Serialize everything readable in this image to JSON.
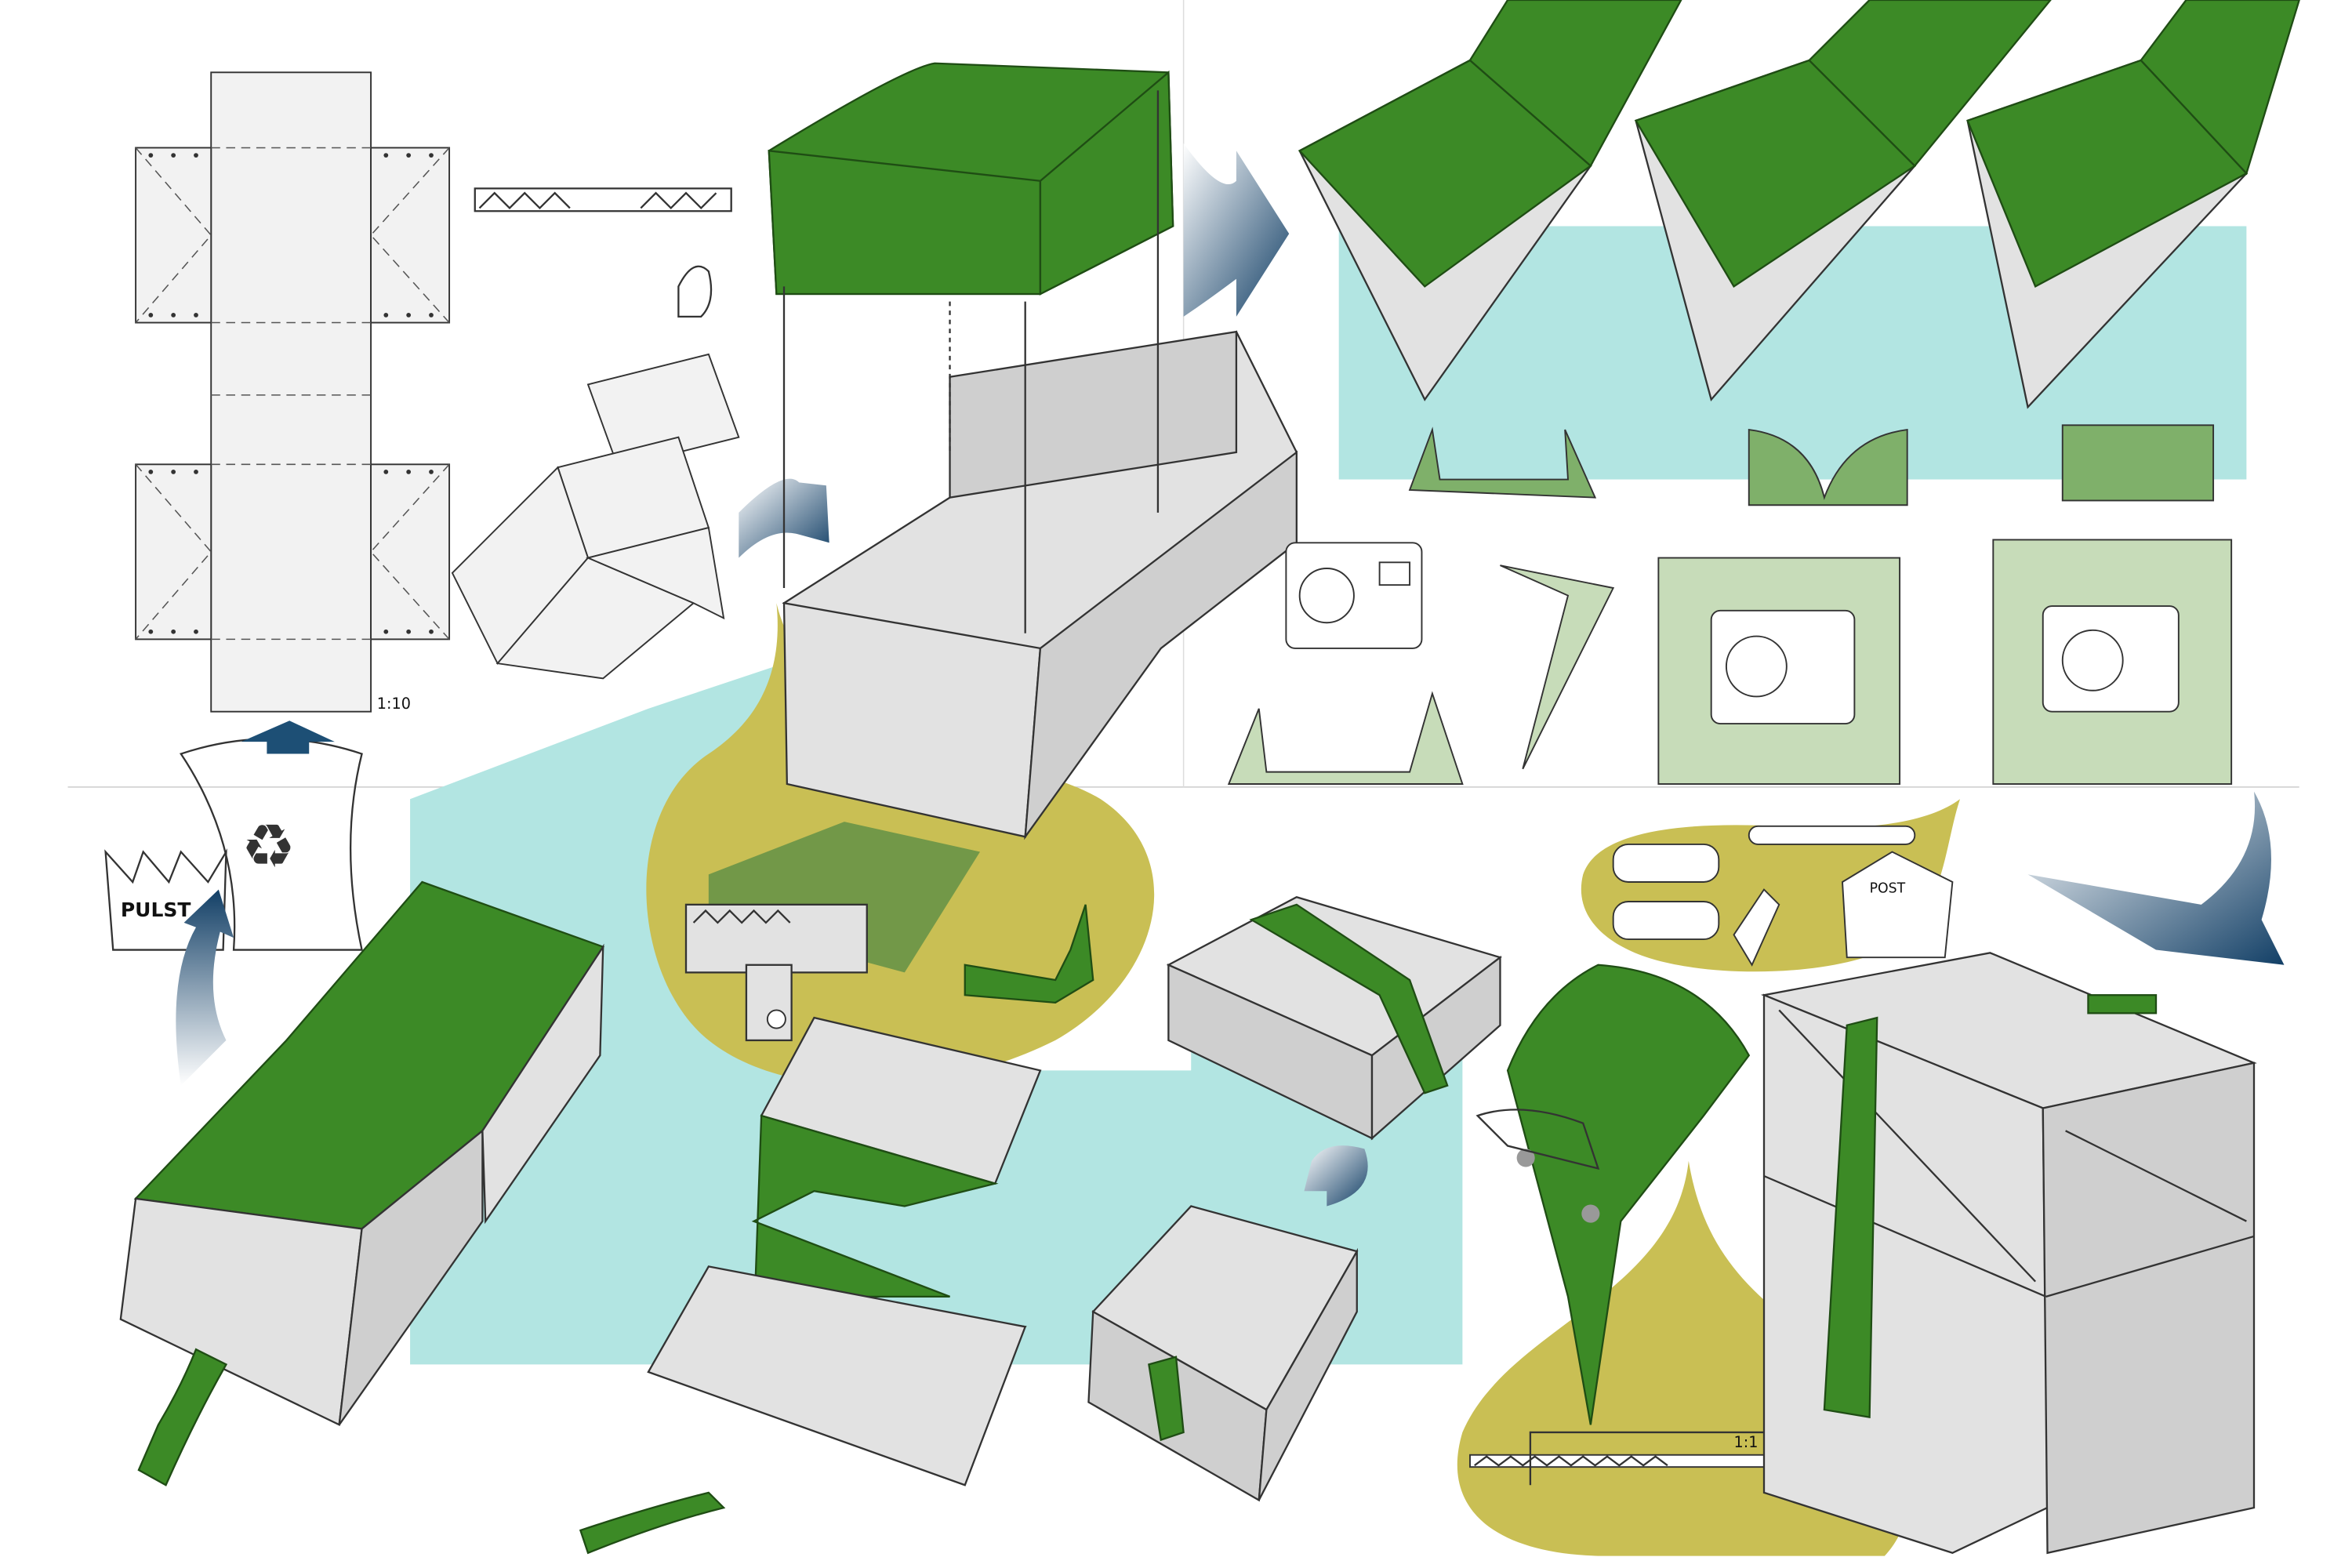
{
  "sheet": {
    "scale_net": "1:10",
    "logo_text": "PULST",
    "post_sign": "POST",
    "scale_detail": "1:1"
  },
  "colors": {
    "green": "#3c8a26",
    "light_green": "#7fb06a",
    "pale_green": "#c7dcb9",
    "cyan": "#b2e5e2",
    "olive": "#c9bf54",
    "arrow_blue": "#1d4f75",
    "box_grey": "#e2e2e2"
  }
}
